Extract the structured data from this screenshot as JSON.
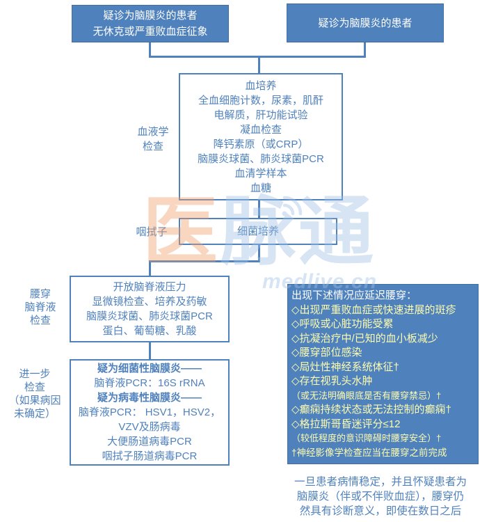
{
  "palette": {
    "node_fill_blue": "#4f81bd",
    "node_border_blue": "#3e6ea5",
    "text_blue": "#4f81bd",
    "delay_header_white": "#ffffff",
    "delay_item_yellow": "#fdfcae",
    "watermark_orange": "#f0a06a",
    "watermark_blue": "#9fc0e4"
  },
  "nodes": {
    "suspect_no_shock": {
      "lines": [
        "疑诊为脑膜炎的患者",
        "无休克或严重败血症征象"
      ]
    },
    "suspect": {
      "lines": [
        "疑诊为脑膜炎的患者"
      ]
    },
    "blood": {
      "label_lines": [
        "血液学",
        "检查"
      ],
      "lines": [
        "血培养",
        "全血细胞计数，尿素，肌酐",
        "电解质，肝功能试验",
        "凝血检查",
        "降钙素原（或CRP）",
        "脑膜炎球菌、肺炎球菌PCR",
        "血清学样本",
        "血糖"
      ]
    },
    "swab": {
      "label_lines": [
        "咽拭子"
      ],
      "lines": [
        "细菌培养"
      ]
    },
    "csf": {
      "label_lines": [
        "腰穿",
        "脑脊液",
        "检查"
      ],
      "lines": [
        "开放脑脊液压力",
        "显微镜检查、培养及药敏",
        "脑膜炎球菌、肺炎球菌PCR",
        "蛋白、葡萄糖、乳酸"
      ]
    },
    "further": {
      "label_lines": [
        "进一步",
        "检查",
        "（如果病因",
        "未确定）"
      ],
      "lines": [
        {
          "t": "疑为细菌性脑膜炎——",
          "c": "bold"
        },
        {
          "t": "脑脊液PCR：16S rRNA"
        },
        {
          "t": "疑为病毒性脑膜炎——",
          "c": "bold"
        },
        {
          "t": "脑脊液PCR： HSV1，HSV2，"
        },
        {
          "t": "VZV及肠病毒"
        },
        {
          "t": "大便肠道病毒PCR"
        },
        {
          "t": "咽拭子肠道病毒PCR"
        }
      ]
    }
  },
  "delay_box": {
    "lines": [
      {
        "t": "出现下述情况应延迟腰穿：",
        "c": "header"
      },
      {
        "t": "◇出现严重败血症或快速进展的斑疹",
        "c": "item"
      },
      {
        "t": "◇呼吸或心脏功能受累",
        "c": "item"
      },
      {
        "t": "◇抗凝治疗中/已知的血小板减少",
        "c": "item"
      },
      {
        "t": "◇腰穿部位感染",
        "c": "item"
      },
      {
        "t": "◇局灶性神经系统体征†",
        "c": "item"
      },
      {
        "t": "◇存在视乳头水肿",
        "c": "item"
      },
      {
        "t": "（或无法明确眼底是否有腰穿禁忌）†",
        "c": "sub"
      },
      {
        "t": "◇癫痫持续状态或无法控制的癫痫†",
        "c": "item"
      },
      {
        "t": "◇格拉斯哥昏迷评分≤12",
        "c": "item"
      },
      {
        "t": "（较低程度的意识障碍时腰穿安全）†",
        "c": "sub"
      },
      {
        "t": "†神经影像学检查应当在腰穿之前完成",
        "c": "note"
      }
    ]
  },
  "footer_note": {
    "lines": [
      "一旦患者病情稳定，并且怀疑患者为",
      "脑膜炎（伴或不伴败血症），腰穿仍",
      "然具有诊断意义，即使在数日之后"
    ]
  },
  "watermark": {
    "chars": [
      "医",
      "脉",
      "通"
    ],
    "site": "medlive.cn"
  }
}
